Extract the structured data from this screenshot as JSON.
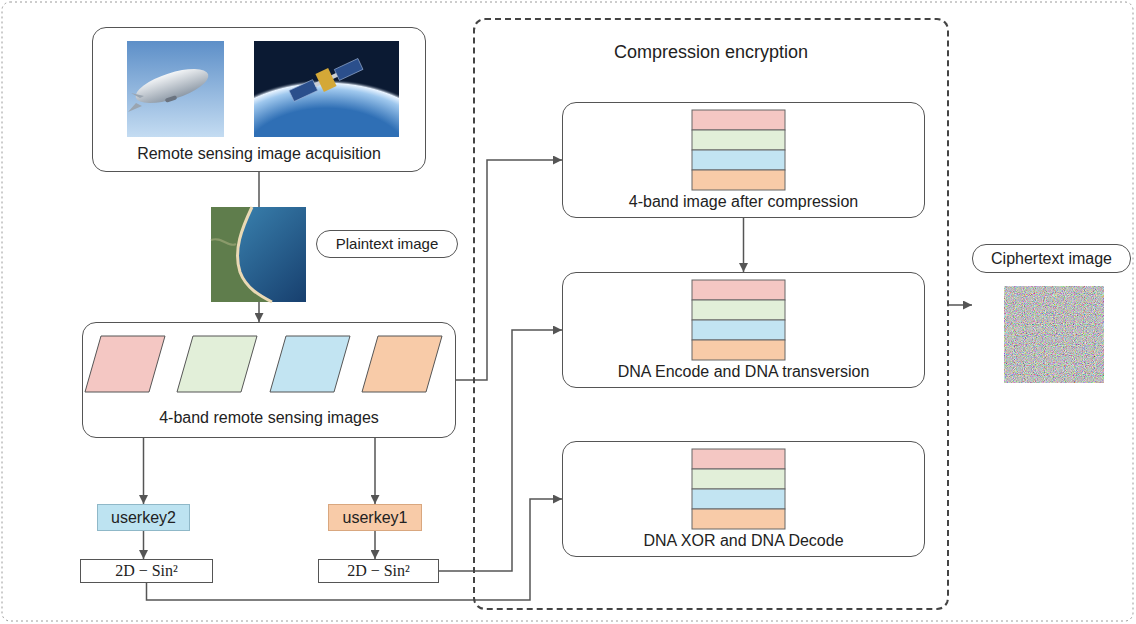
{
  "diagram": {
    "nodes": [
      {
        "text": [
          "Remote sensing image acquisition"
        ]
      },
      {
        "text": [
          "Plaintext image"
        ]
      },
      {
        "text": [
          "4-band remote sensing images"
        ]
      },
      {
        "text": [
          "userkey2"
        ]
      },
      {
        "text": [
          "userkey1"
        ]
      },
      {
        "text": [
          "2D − Sin²"
        ]
      },
      {
        "text": [
          "2D − Sin²"
        ]
      },
      {
        "text": [
          "Compression encryption"
        ]
      },
      {
        "text": [
          "4-band image after compression"
        ],
        "in": 7
      },
      {
        "text": [
          "DNA Encode and DNA transversion"
        ],
        "in": 7
      },
      {
        "text": [
          "DNA XOR and DNA Decode"
        ],
        "in": 7
      },
      {
        "text": [
          "Ciphertext image"
        ]
      }
    ],
    "edges": [
      {
        "from": 0,
        "to": 2,
        "arrow": "to"
      },
      {
        "from": 2,
        "to": 8,
        "arrow": "to"
      },
      {
        "from": 8,
        "to": 9,
        "arrow": "to"
      },
      {
        "from": 2,
        "to": 3,
        "arrow": "to"
      },
      {
        "from": 2,
        "to": 4,
        "arrow": "to"
      },
      {
        "from": 3,
        "to": 5,
        "arrow": "to"
      },
      {
        "from": 4,
        "to": 6,
        "arrow": "to"
      },
      {
        "from": 6,
        "to": 9,
        "arrow": "to"
      },
      {
        "from": 5,
        "to": 10,
        "arrow": "to"
      },
      {
        "from": 7,
        "to": 11,
        "arrow": "to"
      }
    ]
  }
}
